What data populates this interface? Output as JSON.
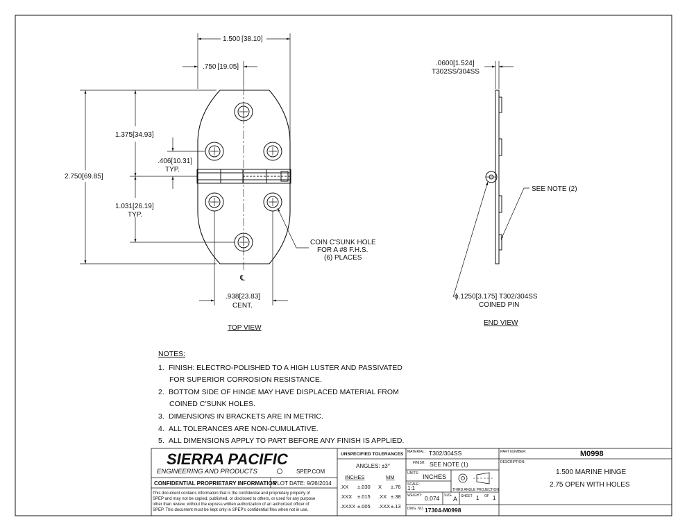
{
  "views": {
    "top_view_label": "TOP VIEW",
    "end_view_label": "END VIEW"
  },
  "dimensions": {
    "overall_width": "1.500",
    "overall_width_mm": "38.10",
    "half_width": ".750",
    "half_width_mm": "19.05",
    "upper_hole": "1.375",
    "upper_hole_mm": "34.93",
    "side_hole": ".406",
    "side_hole_mm": "10.31",
    "side_hole_typ": "TYP.",
    "overall_length": "2.750",
    "overall_length_mm": "69.85",
    "lower_hole": "1.031",
    "lower_hole_mm": "26.19",
    "lower_hole_typ": "TYP.",
    "center": ".938",
    "center_mm": "23.83",
    "center_label": "CENT.",
    "centerline_symbol": "℄",
    "thickness": ".0600",
    "thickness_mm": "1.524",
    "thickness_material": "T302SS/304SS",
    "pin_dia": "ϕ.1250",
    "pin_dia_mm": "3.175",
    "pin_material": "T302/304SS",
    "pin_label": "COINED PIN"
  },
  "callouts": {
    "hole_line1": "COIN C'SUNK HOLE",
    "hole_line2": "FOR A #8 F.H.S.",
    "hole_line3": "(6) PLACES",
    "see_note": "SEE NOTE (2)"
  },
  "notes": {
    "title": "NOTES:",
    "items": [
      {
        "num": "1.",
        "line1": "FINISH: ELECTRO-POLISHED TO A HIGH LUSTER AND PASSIVATED",
        "line2": "FOR SUPERIOR CORROSION RESISTANCE."
      },
      {
        "num": "2.",
        "line1": "BOTTOM SIDE OF HINGE MAY HAVE DISPLACED MATERIAL FROM",
        "line2": "COINED C'SUNK HOLES."
      },
      {
        "num": "3.",
        "line1": "DIMENSIONS IN BRACKETS ARE IN METRIC.",
        "line2": ""
      },
      {
        "num": "4.",
        "line1": "ALL TOLERANCES ARE NON-CUMULATIVE.",
        "line2": ""
      },
      {
        "num": "5.",
        "line1": "ALL DIMENSIONS APPLY TO PART BEFORE ANY FINISH IS APPLIED.",
        "line2": ""
      }
    ]
  },
  "title_block": {
    "company": "SIERRA PACIFIC",
    "company_sub": "ENGINEERING AND PRODUCTS",
    "website": "SPEP.COM",
    "confidential": "CONFIDENTIAL PROPRIETARY INFORMATION",
    "plot_date": "PLOT DATE: 9/26/2014",
    "disclaimer": [
      "This document contains information that is the confidential and proprietary property of",
      "SPEP and may not be copied, published, or disclosed to others, or used for any purpose",
      "other than review, without the express written authorization of an authorized officer of",
      "SPEP. This document must be kept only in SPEP's confidential files when not in use."
    ],
    "tolerances_title": "UNSPECIFIED TOLERANCES",
    "angles": "ANGLES: ±3°",
    "inches_head": "INCHES",
    "mm_head": "MM",
    "tol_rows": [
      {
        "in_fmt": ".XX",
        "in_val": "±.030",
        "mm_fmt": "X",
        "mm_val": "±.76"
      },
      {
        "in_fmt": ".XXX",
        "in_val": "±.015",
        "mm_fmt": ".XX",
        "mm_val": "±.38"
      },
      {
        "in_fmt": ".XXXX",
        "in_val": "±.005",
        "mm_fmt": ".XXX",
        "mm_val": "±.13"
      }
    ],
    "material_label": "MATERIAL:",
    "material": "T302/304SS",
    "finish_label": "FINISH:",
    "finish": "SEE NOTE (1)",
    "units_label": "UNITS:",
    "units": "INCHES",
    "scale_label": "SCALE:",
    "scale": "1:1",
    "projection_label": "THIRD ANGLE PROJECTION",
    "weight_label": "WEIGHT:",
    "weight": "0.074",
    "size_label": "SIZE",
    "size": "A",
    "sheet_label": "SHEET",
    "sheet": "1",
    "of_label": "OF",
    "sheet_total": "1",
    "dwg_label": "DWG. NO.",
    "dwg_no": "17304-M0998",
    "part_label": "PART NUMBER:",
    "part_no": "M0998",
    "desc_label": "DESCRIPTION:",
    "desc_line1": "1.500 MARINE HINGE",
    "desc_line2": "2.75 OPEN WITH HOLES"
  }
}
